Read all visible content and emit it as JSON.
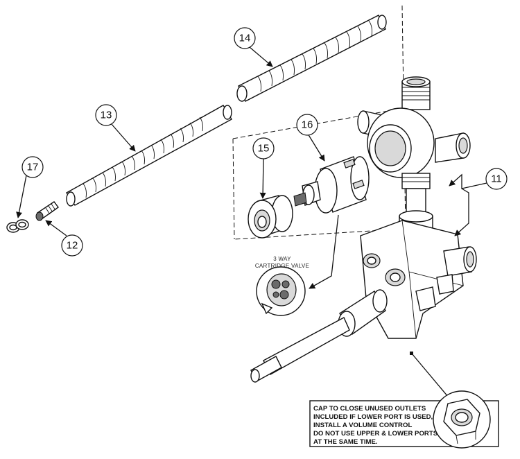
{
  "callouts": {
    "c11": "11",
    "c12": "12",
    "c13": "13",
    "c14": "14",
    "c15": "15",
    "c16": "16",
    "c17": "17"
  },
  "cartridge": {
    "line1": "3 WAY",
    "line2": "CARTRIDGE VALVE"
  },
  "note": {
    "line1": "CAP TO CLOSE UNUSED OUTLETS",
    "line2": "INCLUDED IF LOWER PORT IS USED,",
    "line3": "INSTALL A VOLUME CONTROL",
    "line4": "DO NOT USE UPPER & LOWER PORTS",
    "line5": "AT THE SAME TIME."
  }
}
